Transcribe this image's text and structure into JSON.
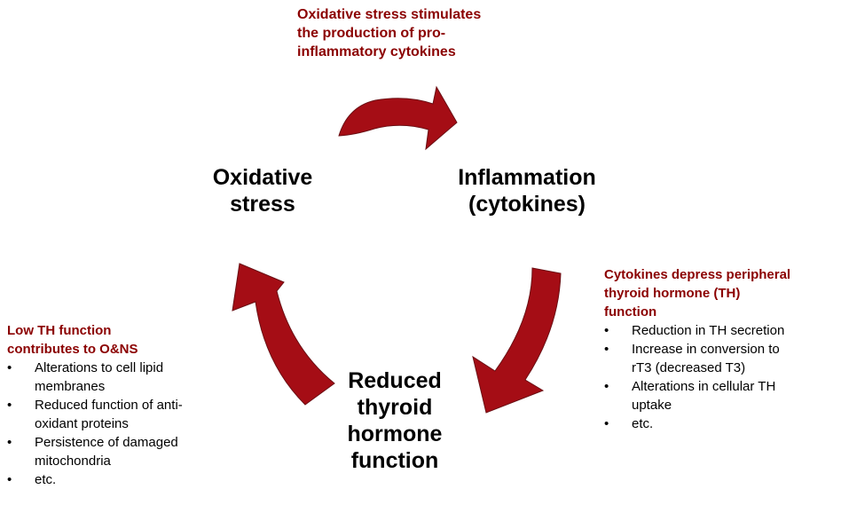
{
  "colors": {
    "arrow_fill": "#a50d15",
    "arrow_stroke": "#6a0f14",
    "note_heading": "#8b0000",
    "text": "#000000"
  },
  "nodes": {
    "oxidative_stress": [
      "Oxidative",
      "stress"
    ],
    "inflammation": [
      "Inflammation",
      "(cytokines)"
    ],
    "reduced_th": [
      "Reduced",
      "thyroid",
      "hormone",
      "function"
    ]
  },
  "notes": {
    "top": {
      "heading": [
        "Oxidative stress stimulates",
        "the production of pro-",
        "inflammatory cytokines"
      ]
    },
    "right": {
      "heading": [
        "Cytokines depress peripheral",
        "thyroid hormone (TH)",
        "function"
      ],
      "bullet": "•",
      "items": [
        [
          "Reduction in TH secretion"
        ],
        [
          "Increase in conversion to",
          "rT3 (decreased T3)"
        ],
        [
          "Alterations in cellular TH",
          "uptake"
        ],
        [
          "etc."
        ]
      ]
    },
    "left": {
      "heading": [
        "Low TH function",
        "contributes to O&NS"
      ],
      "bullet": "•",
      "items": [
        [
          "Alterations to cell lipid",
          "membranes"
        ],
        [
          "Reduced function of anti-",
          "oxidant proteins"
        ],
        [
          "Persistence of damaged",
          "mitochondria"
        ],
        [
          "etc."
        ]
      ]
    }
  }
}
